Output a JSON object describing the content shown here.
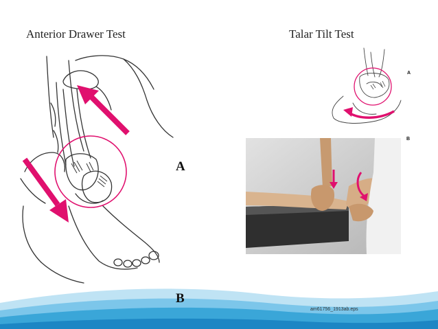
{
  "titles": {
    "left": "Anterior Drawer Test",
    "right": "Talar Tilt Test"
  },
  "labels": {
    "a": "A",
    "b": "B",
    "small_a": "A",
    "small_b": "B"
  },
  "caption": "am61756_1913ab.eps",
  "colors": {
    "accent_magenta": "#e0106e",
    "line": "#333333",
    "wave_blue": "#3aa6d8",
    "wave_light": "#bfe3f4"
  }
}
